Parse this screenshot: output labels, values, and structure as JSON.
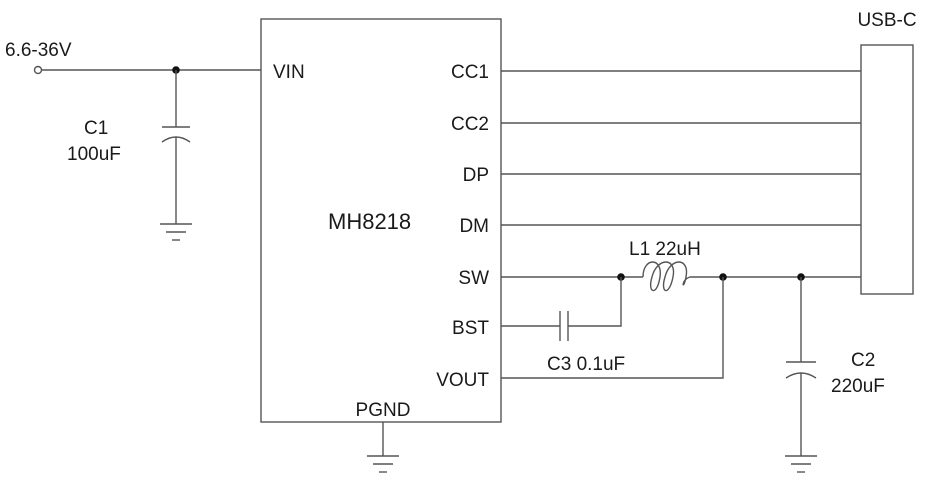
{
  "input": {
    "voltage": "6.6-36V"
  },
  "chip": {
    "name": "MH8218",
    "pins": {
      "vin": "VIN",
      "cc1": "CC1",
      "cc2": "CC2",
      "dp": "DP",
      "dm": "DM",
      "sw": "SW",
      "bst": "BST",
      "vout": "VOUT",
      "pgnd": "PGND"
    }
  },
  "connector": {
    "name": "USB-C"
  },
  "components": {
    "c1": {
      "ref": "C1",
      "value": "100uF"
    },
    "c2": {
      "ref": "C2",
      "value": "220uF"
    },
    "c3": {
      "label": "C3 0.1uF"
    },
    "l1": {
      "label": "L1 22uH"
    }
  },
  "colors": {
    "wire": "#555555",
    "text": "#1a1a1a",
    "junction": "#111111"
  }
}
